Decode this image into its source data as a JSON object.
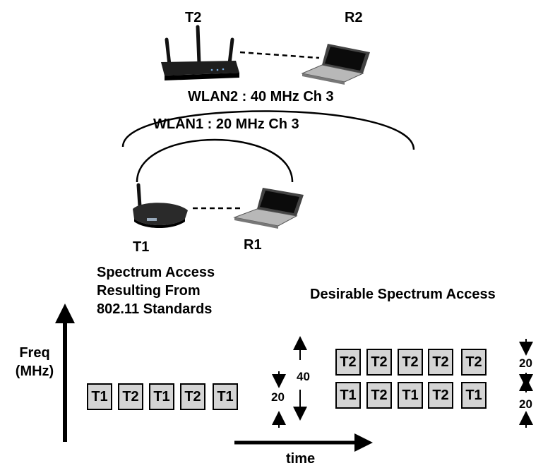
{
  "devices": {
    "t2": "T2",
    "r2": "R2",
    "t1": "T1",
    "r1": "R1"
  },
  "wlan": {
    "wlan2": "WLAN2 : 40 MHz Ch 3",
    "wlan1": "WLAN1 : 20 MHz Ch 3"
  },
  "left_panel": {
    "title_lines": [
      "Spectrum Access",
      "Resulting From",
      "802.11 Standards"
    ],
    "blocks": [
      "T1",
      "T2",
      "T1",
      "T2",
      "T1"
    ]
  },
  "right_panel": {
    "title": "Desirable Spectrum Access",
    "top_row": [
      "T2",
      "T2",
      "T2",
      "T2",
      "T2"
    ],
    "bottom_row": [
      "T1",
      "T2",
      "T1",
      "T2",
      "T1"
    ],
    "width_top": "20",
    "width_bottom": "20"
  },
  "axes": {
    "freq_label_lines": [
      "Freq",
      "(MHz)"
    ],
    "time_label": "time"
  },
  "scale": {
    "label_40": "40",
    "label_20": "20"
  },
  "colors": {
    "block_fill": "#d4d4d4",
    "router_body": "#1e1e1e",
    "laptop_body": "#b8b8b8"
  }
}
